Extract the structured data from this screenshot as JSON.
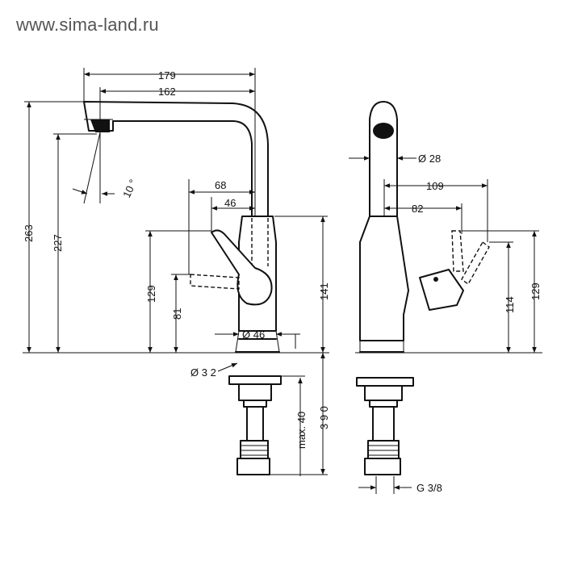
{
  "watermark": "www.sima-land.ru",
  "dimensions": {
    "reach_total": "179",
    "reach_spout": "162",
    "height_total": "263",
    "height_outlet": "227",
    "spout_angle": "10 °",
    "lever_reach_front": "68",
    "lever_offset_front": "46",
    "body_height_front": "141",
    "lever_height_front": "129",
    "lever_low_front": "81",
    "base_diameter": "Ø 46",
    "shank_diameter": "Ø 3 2",
    "max_deck": "max. 40",
    "hose_length": "3 9 0",
    "spout_diameter": "Ø 28",
    "lever_reach_side": "109",
    "lever_offset_side": "82",
    "lever_height_side_low": "114",
    "lever_height_side_high": "129",
    "thread": "G 3/8"
  }
}
